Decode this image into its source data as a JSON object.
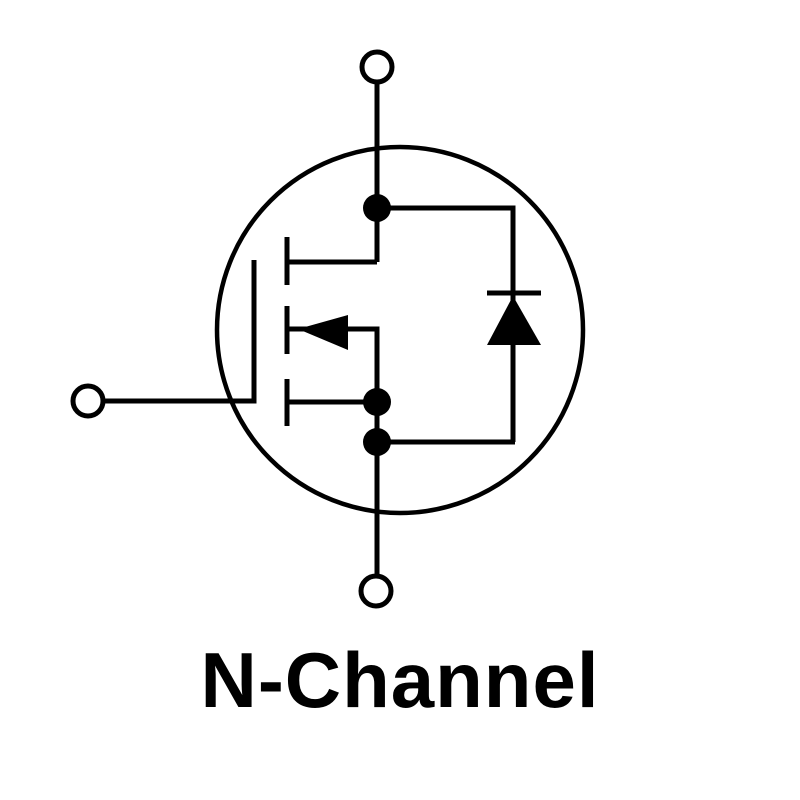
{
  "diagram": {
    "title": "N-Channel",
    "type": "MOSFET schematic symbol",
    "colors": {
      "stroke": "#000000",
      "background": "#ffffff",
      "terminal_fill": "#ffffff"
    },
    "terminals": [
      {
        "id": "drain",
        "position": "top"
      },
      {
        "id": "gate",
        "position": "left"
      },
      {
        "id": "source",
        "position": "bottom"
      }
    ],
    "components": [
      {
        "id": "enclosure-circle"
      },
      {
        "id": "gate-plate"
      },
      {
        "id": "channel-segments",
        "count": 3
      },
      {
        "id": "substrate-arrow",
        "direction": "left"
      },
      {
        "id": "body-diode",
        "orientation": "cathode-up"
      },
      {
        "id": "junction-dots",
        "count": 3
      }
    ]
  }
}
